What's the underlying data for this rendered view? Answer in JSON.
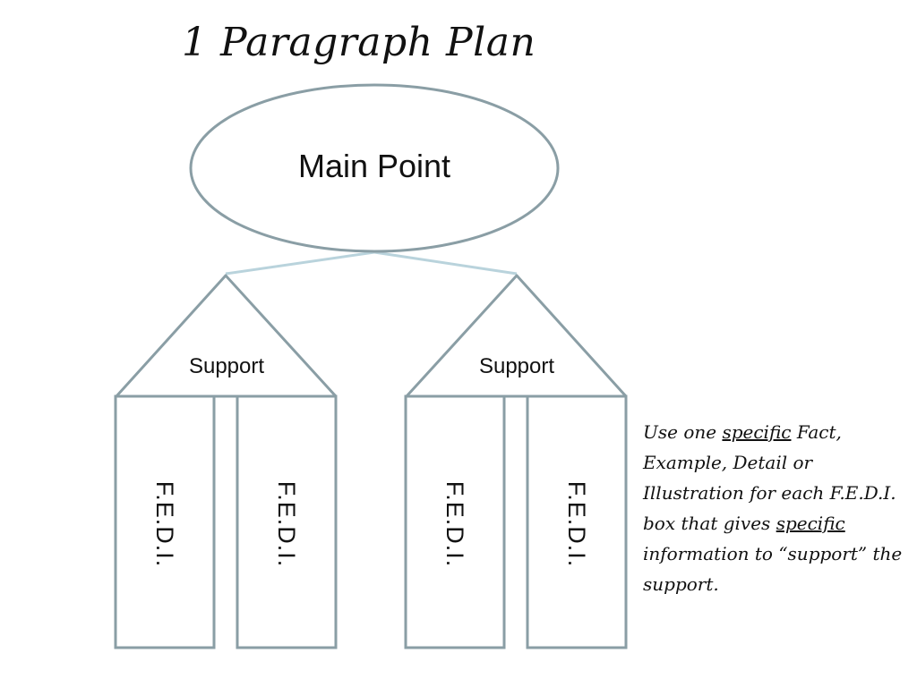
{
  "title": "1 Paragraph Plan",
  "main_point": "Main Point",
  "supports": [
    {
      "label": "Support",
      "fedi": [
        "F.E.D.I.",
        "F.E.D.I."
      ]
    },
    {
      "label": "Support",
      "fedi": [
        "F.E.D.I.",
        "F.E.D.I."
      ]
    }
  ],
  "note": {
    "part1": "Use one",
    "specific1": "specific",
    "part2": "Fact, Example, Detail or Illustration for each F.E.D.I. box that gives",
    "specific2": "specific",
    "part3": "information to “support” the support."
  },
  "colors": {
    "outline": "#8a9ea5",
    "connector": "#b9d3dc",
    "text": "#111111"
  }
}
